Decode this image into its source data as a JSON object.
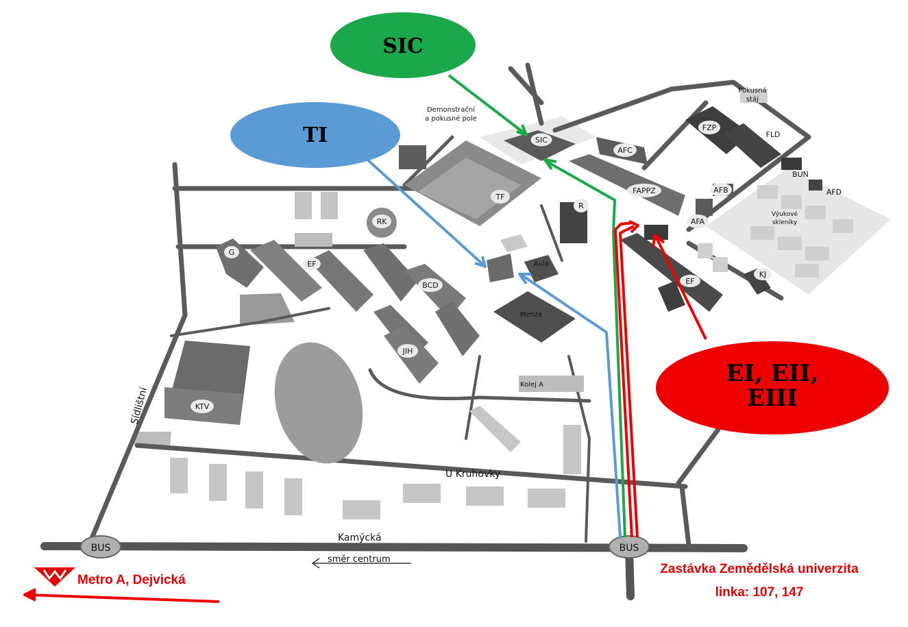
{
  "buildings": {
    "sic": "SIC",
    "afc": "AFC",
    "fappz": "FAPPZ",
    "afb": "AFB",
    "afa": "AFA",
    "fzp": "FZP",
    "fld": "FLD",
    "bun": "BUN",
    "afd": "AFD",
    "pokusna_staj": "Pokusná\nstáj",
    "vyukove_skleniky": "Výukové\nskleníky",
    "tf": "TF",
    "r": "R",
    "rk": "RK",
    "g": "G",
    "ef": "EF",
    "bcd": "BCD",
    "aula": "Aula",
    "menza": "Menza",
    "jih": "JIH",
    "ktv": "KTV",
    "kolej_a": "Kolej A",
    "kj": "KJ",
    "ef2": "EF",
    "demonstracni": "Demonstrační\na pokusné pole"
  },
  "streets": {
    "u_kruhovky": "U Kruhovky",
    "kamycka": "Kamýcká",
    "sidlistni": "Sídlištní",
    "smer_centrum": "směr centrum"
  },
  "bus_stops": {
    "west": "BUS",
    "east": "BUS"
  },
  "callouts": {
    "sic": {
      "label": "SIC",
      "color": "#1aa84a"
    },
    "ti": {
      "label": "TI",
      "color": "#5b9bd5"
    },
    "ei": {
      "label_line1": "EI, EII,",
      "label_line2": "EIII",
      "color": "#ee0000"
    }
  },
  "legend": {
    "metro": "Metro A, Dejvická",
    "stop_name": "Zastávka Zemědělská univerzita",
    "lines": "linka: 107, 147"
  },
  "routes": {
    "green": "#1aa84a",
    "blue": "#5b9bd5",
    "red": "#ee0000"
  }
}
